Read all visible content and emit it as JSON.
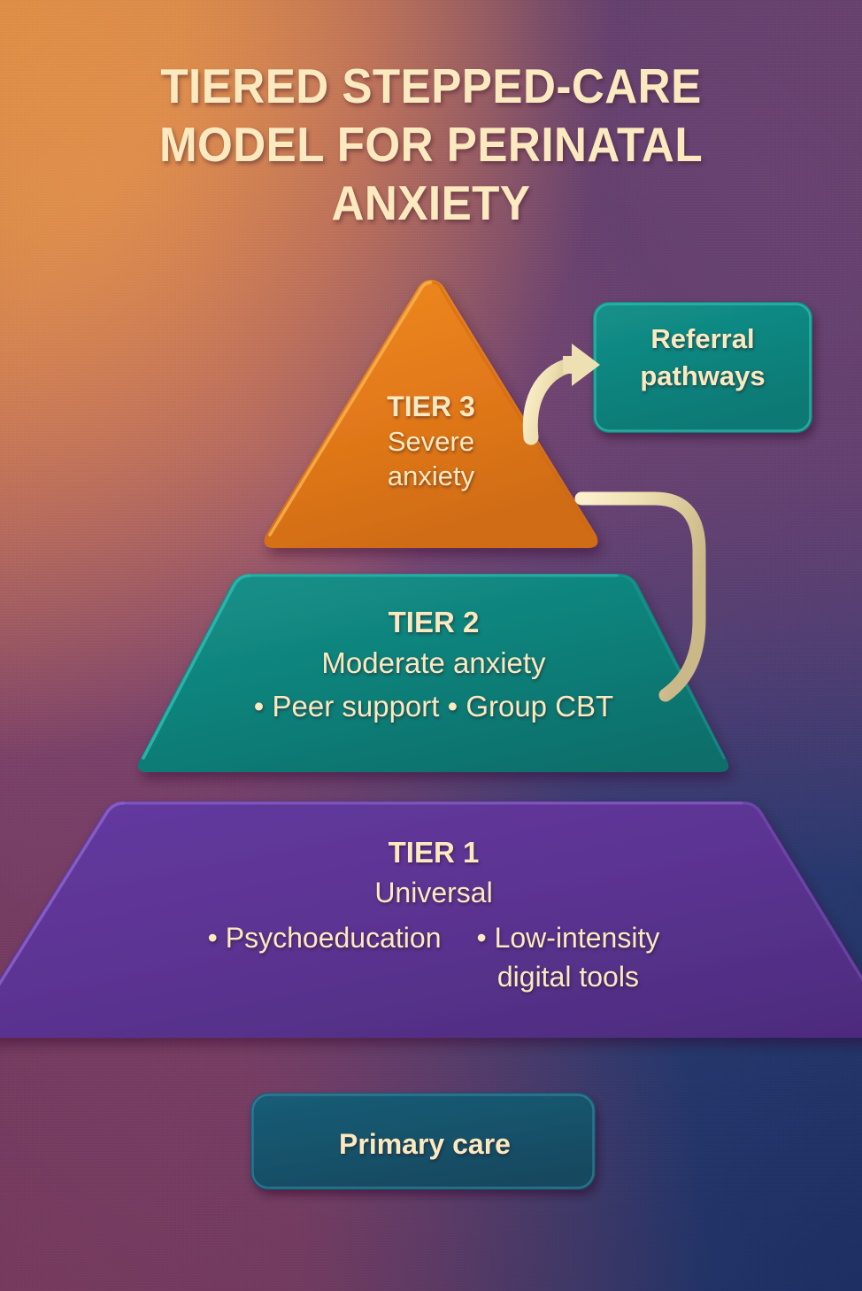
{
  "title": "TIERED STEPPED-CARE\nMODEL FOR PERINATAL\nANXIETY",
  "colors": {
    "cream": "#fbe9c0",
    "tier3_orange": "#e0781a",
    "tier2_teal": "#108079",
    "tier1_purple": "#5b3391",
    "referral_teal": "#10827d",
    "primary_care_blue": "#16536b",
    "connector": "#efe0b4"
  },
  "pyramid": {
    "tier3": {
      "heading": "TIER 3",
      "description_line1": "Severe",
      "description_line2": "anxiety",
      "shape": "triangle",
      "color": "#e0781a"
    },
    "tier2": {
      "heading": "TIER 2",
      "description": "Moderate anxiety",
      "bullets": "• Peer support  • Group CBT",
      "shape": "trapezoid",
      "color": "#108079"
    },
    "tier1": {
      "heading": "TIER 1",
      "description": "Universal",
      "bullet_left": "• Psychoeducation",
      "bullet_right_line1": "• Low-intensity",
      "bullet_right_line2": "digital tools",
      "shape": "trapezoid",
      "color": "#5b3391"
    }
  },
  "callouts": {
    "referral": {
      "line1": "Referral",
      "line2": "pathways",
      "color": "#10827d"
    },
    "primary_care": {
      "label": "Primary care",
      "color": "#16536b"
    }
  },
  "connectors": {
    "tier3_to_referral": "curved-arrow",
    "tier3_to_tier2": "curved-line"
  }
}
